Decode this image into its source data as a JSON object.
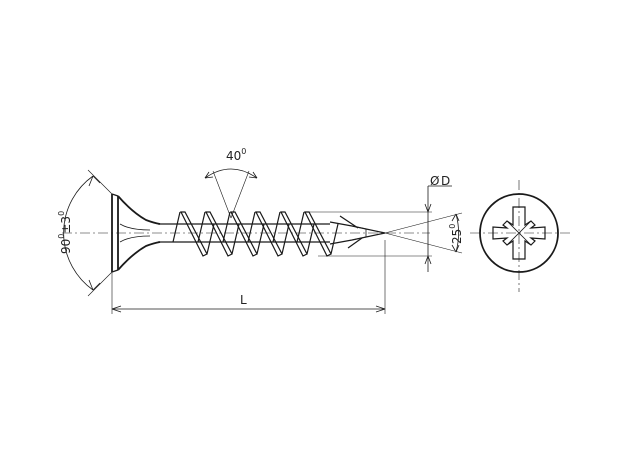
{
  "labels": {
    "head_angle": "90",
    "head_angle_sup": "0",
    "head_tolerance": "±3",
    "head_tolerance_sup": "0",
    "thread_angle": "40",
    "thread_angle_sup": "0",
    "tip_angle": "25",
    "tip_angle_sup": "0",
    "diameter": "D",
    "length": "L"
  },
  "colors": {
    "line": "#1a1a1a",
    "background": "#ffffff"
  }
}
